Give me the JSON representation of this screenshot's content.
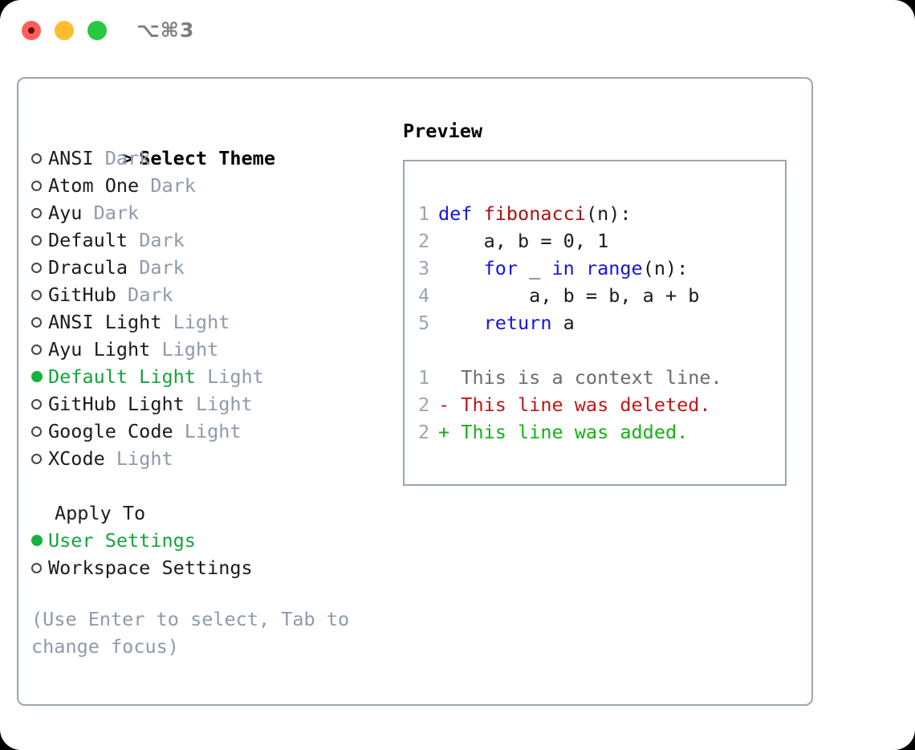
{
  "window": {
    "shortcut": "⌥⌘3",
    "traffic_lights": [
      {
        "name": "close",
        "color": "#ff5f57"
      },
      {
        "name": "minimize",
        "color": "#ffbd2e"
      },
      {
        "name": "maximize",
        "color": "#28c840"
      }
    ]
  },
  "theme_picker": {
    "heading": "Select Theme",
    "caret": ">",
    "items": [
      {
        "name": "ANSI",
        "tag": "Dark",
        "selected": false
      },
      {
        "name": "Atom One",
        "tag": "Dark",
        "selected": false
      },
      {
        "name": "Ayu",
        "tag": "Dark",
        "selected": false
      },
      {
        "name": "Default",
        "tag": "Dark",
        "selected": false
      },
      {
        "name": "Dracula",
        "tag": "Dark",
        "selected": false
      },
      {
        "name": "GitHub",
        "tag": "Dark",
        "selected": false
      },
      {
        "name": "ANSI Light",
        "tag": "Light",
        "selected": false
      },
      {
        "name": "Ayu Light",
        "tag": "Light",
        "selected": false
      },
      {
        "name": "Default Light",
        "tag": "Light",
        "selected": true
      },
      {
        "name": "GitHub Light",
        "tag": "Light",
        "selected": false
      },
      {
        "name": "Google Code",
        "tag": "Light",
        "selected": false
      },
      {
        "name": "XCode",
        "tag": "Light",
        "selected": false
      }
    ]
  },
  "apply_to": {
    "title": "Apply To",
    "options": [
      {
        "label": "User Settings",
        "selected": true
      },
      {
        "label": "Workspace Settings",
        "selected": false
      }
    ]
  },
  "hint": "(Use Enter to select, Tab to change focus)",
  "preview": {
    "title": "Preview",
    "code_lines": [
      {
        "num": "1",
        "tokens": [
          {
            "t": "def",
            "c": "kw"
          },
          {
            "t": " ",
            "c": "plain"
          },
          {
            "t": "fibonacci",
            "c": "fn"
          },
          {
            "t": "(n):",
            "c": "plain"
          }
        ]
      },
      {
        "num": "2",
        "tokens": [
          {
            "t": "    a, b = 0, 1",
            "c": "plain"
          }
        ]
      },
      {
        "num": "3",
        "tokens": [
          {
            "t": "    ",
            "c": "plain"
          },
          {
            "t": "for",
            "c": "kw"
          },
          {
            "t": " _ ",
            "c": "plain"
          },
          {
            "t": "in",
            "c": "kw"
          },
          {
            "t": " ",
            "c": "plain"
          },
          {
            "t": "range",
            "c": "kw"
          },
          {
            "t": "(n):",
            "c": "plain"
          }
        ]
      },
      {
        "num": "4",
        "tokens": [
          {
            "t": "        a, b = b, a + b",
            "c": "plain"
          }
        ]
      },
      {
        "num": "5",
        "tokens": [
          {
            "t": "    ",
            "c": "plain"
          },
          {
            "t": "return",
            "c": "kw"
          },
          {
            "t": " a",
            "c": "plain"
          }
        ]
      }
    ],
    "diff_lines": [
      {
        "num": "1",
        "marker": "  ",
        "text": "This is a context line.",
        "c": "ctx"
      },
      {
        "num": "2",
        "marker": "- ",
        "text": "This line was deleted.",
        "c": "del"
      },
      {
        "num": "2",
        "marker": "+ ",
        "text": "This line was added.",
        "c": "add"
      }
    ]
  },
  "colors": {
    "accent_green": "#16a33c",
    "muted": "#8d9aab",
    "border": "#9aa6b4",
    "keyword": "#1414e0",
    "function": "#ab1111",
    "diff_add": "#12b312",
    "diff_del": "#c01616"
  }
}
